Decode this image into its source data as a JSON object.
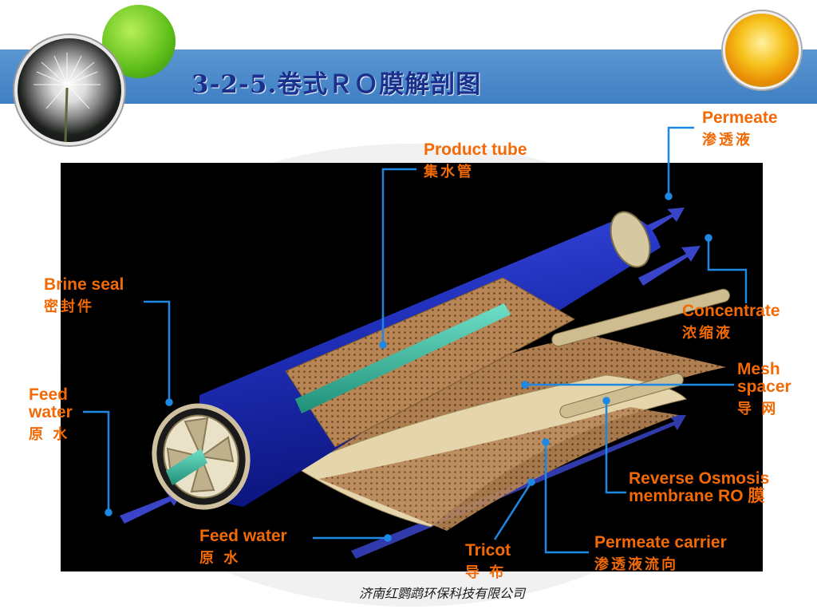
{
  "slide": {
    "title": "3-2-5.卷式ＲＯ膜解剖图",
    "footer": "济南红鹦鹉环保科技有限公司"
  },
  "labels": {
    "permeate": {
      "en": "Permeate",
      "zh": "渗透液"
    },
    "product_tube": {
      "en": "Product tube",
      "zh": "集水管"
    },
    "brine_seal": {
      "en": "Brine seal",
      "zh": "密封件"
    },
    "concentrate": {
      "en": "Concentrate",
      "zh": "浓缩液"
    },
    "feed_water_left": {
      "en_line1": "Feed",
      "en_line2": "water",
      "zh": "原 水"
    },
    "mesh_spacer": {
      "en_line1": "Mesh",
      "en_line2": "spacer",
      "zh": "导 网"
    },
    "ro_membrane": {
      "en_line1": "Reverse Osmosis",
      "en_line2": "membrane RO 膜"
    },
    "feed_water_bottom": {
      "en": "Feed water",
      "zh": "原 水"
    },
    "tricot": {
      "en": "Tricot",
      "zh": "导 布"
    },
    "permeate_carrier": {
      "en": "Permeate carrier",
      "zh": "渗透液流向"
    }
  },
  "colors": {
    "header_band": "#4a8bcb",
    "title": "#1b2f8c",
    "label": "#f26a06",
    "leader_line": "#1e88e5",
    "vessel": "#1f2fb8",
    "flow_arrow": "#3a44c8"
  }
}
